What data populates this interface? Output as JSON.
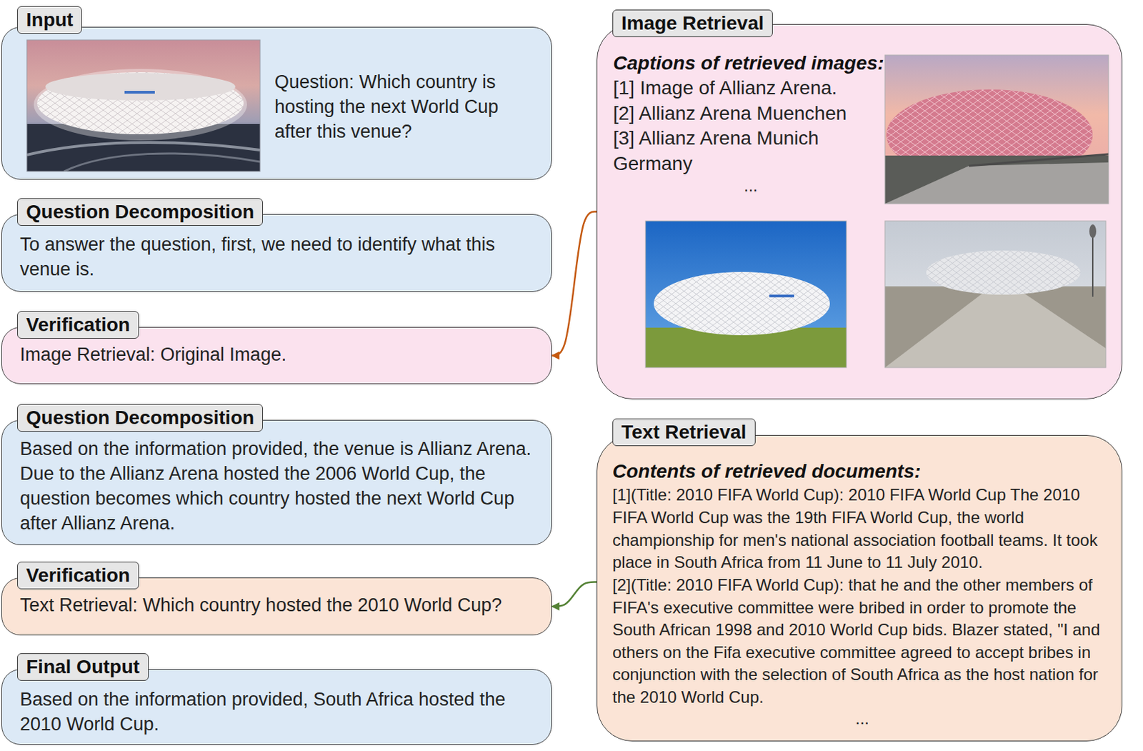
{
  "diagram": {
    "nodes": [
      {
        "text": [
          "Input",
          "Question: Which country is hosting the next World Cup after this venue?"
        ]
      },
      {
        "text": [
          "Question Decomposition",
          "To answer the question, first, we need to identify what this venue is."
        ]
      },
      {
        "text": [
          "Verification",
          "Image Retrieval: Original Image."
        ]
      },
      {
        "text": [
          "Question Decomposition",
          "Based on the information provided, the venue is Allianz Arena. Due to the Allianz Arena hosted the 2006 World Cup, the question becomes which country hosted the next World Cup after Allianz Arena."
        ]
      },
      {
        "text": [
          "Verification",
          "Text Retrieval: Which country hosted the 2010 World Cup?"
        ]
      },
      {
        "text": [
          "Final Output",
          "Based on the information provided, South Africa hosted the 2010 World Cup."
        ]
      },
      {
        "text": [
          "Image Retrieval",
          "Captions of retrieved images:",
          "[1] Image of Allianz Arena.",
          "[2] Allianz Arena Muenchen",
          "[3] Allianz Arena Munich Germany",
          "..."
        ]
      },
      {
        "text": [
          "Text Retrieval",
          "Contents of retrieved documents:",
          "[1](Title: 2010 FIFA World Cup): 2010 FIFA World Cup The 2010 FIFA World Cup was the 19th FIFA World Cup, the world championship for men's national association football teams. It took place in South Africa from 11 June to 11 July 2010.",
          "[2](Title: 2010 FIFA World Cup): that he and the other members of FIFA's executive committee were bribed in order to promote the South African 1998 and 2010 World Cup bids. Blazer stated, \"I and others on the Fifa executive committee agreed to accept bribes in conjunction with the selection of South Africa as the host nation for the 2010 World Cup.",
          "..."
        ]
      }
    ],
    "edges": [
      {
        "from": 6,
        "to": 2,
        "arrow": "to"
      },
      {
        "from": 7,
        "to": 4,
        "arrow": "to"
      }
    ]
  }
}
